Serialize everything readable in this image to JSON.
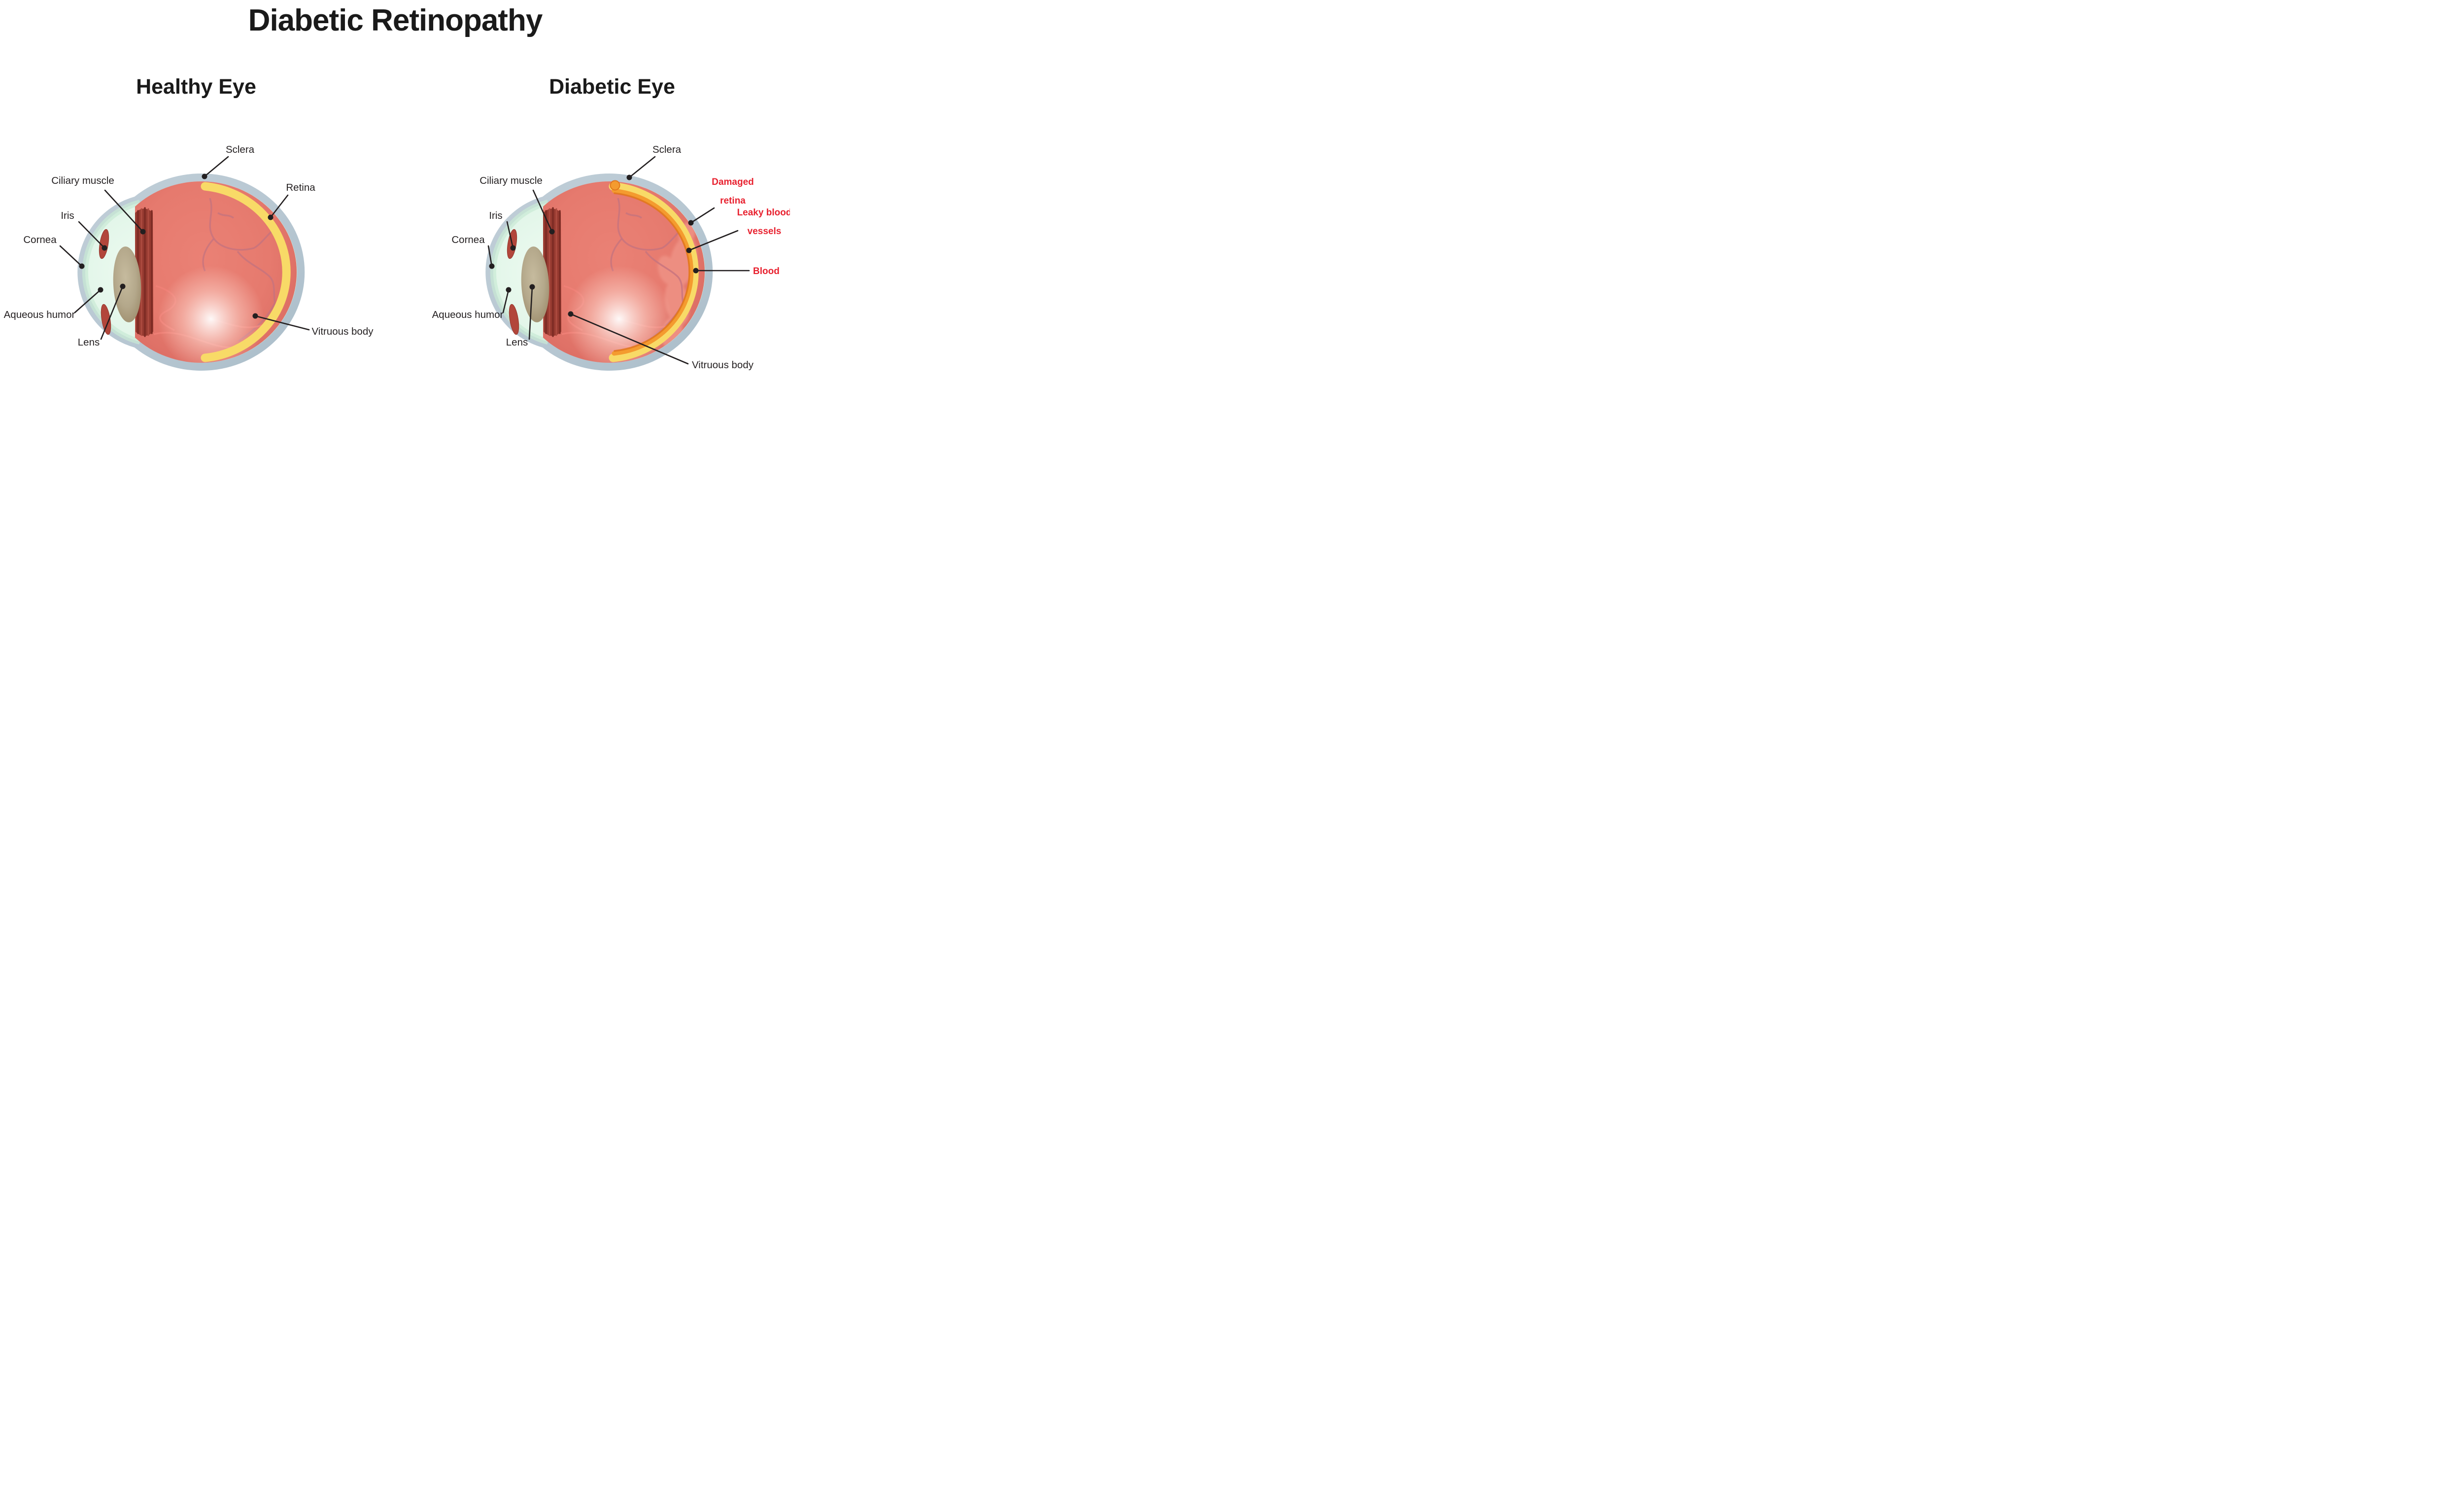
{
  "title": "Diabetic Retinopathy",
  "panels": {
    "healthy": {
      "subtitle": "Healthy Eye",
      "labels": {
        "sclera": "Sclera",
        "retina": "Retina",
        "ciliary_muscle": "Ciliary muscle",
        "iris": "Iris",
        "cornea": "Cornea",
        "aqueous_humor": "Aqueous humor",
        "lens": "Lens",
        "vitruous_body": "Vitruous body"
      }
    },
    "diabetic": {
      "subtitle": "Diabetic Eye",
      "labels": {
        "sclera": "Sclera",
        "ciliary_muscle": "Ciliary muscle",
        "iris": "Iris",
        "cornea": "Cornea",
        "aqueous_humor": "Aqueous humor",
        "lens": "Lens",
        "vitruous_body": "Vitruous body",
        "damaged_retina": {
          "line1": "Damaged",
          "line2": "retina"
        },
        "leaky_vessels": {
          "line1": "Leaky blood",
          "line2": "vessels"
        },
        "blood": "Blood"
      }
    }
  },
  "colors": {
    "background": "#ffffff",
    "title_text": "#1a1a1a",
    "label_text": "#231f20",
    "warning_label_text": "#e8212f",
    "leader_line": "#231f20",
    "sclera": "#b7c7d2",
    "retina_band": "#f8da67",
    "damaged_retina_band": "#f49b2f",
    "damaged_retina_edge": "#e0761c",
    "vitreous": "#e57a6e",
    "retinal_vessel": "#c5737e",
    "retinal_vessel_bright": "#ef8177",
    "leaked_blood": "#ee9083",
    "aqueous_humor": "#ddf4e5",
    "lens": "#b4a88b",
    "iris": "#b2463b",
    "ciliary_muscle": "#963a30"
  }
}
